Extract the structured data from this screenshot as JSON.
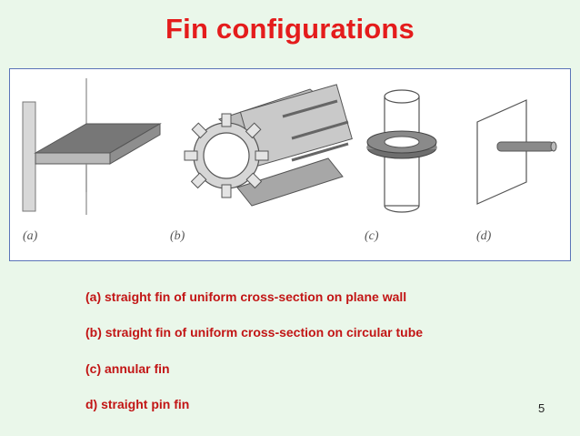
{
  "slide": {
    "title": "Fin configurations",
    "page_number": "5"
  },
  "figure": {
    "captions": [
      "(a)",
      "(b)",
      "(c)",
      "(d)"
    ]
  },
  "descriptions": [
    "(a) straight fin of uniform cross-section on plane wall",
    "(b) straight fin of uniform cross-section on circular tube",
    "(c) annular fin",
    "d) straight pin fin"
  ]
}
